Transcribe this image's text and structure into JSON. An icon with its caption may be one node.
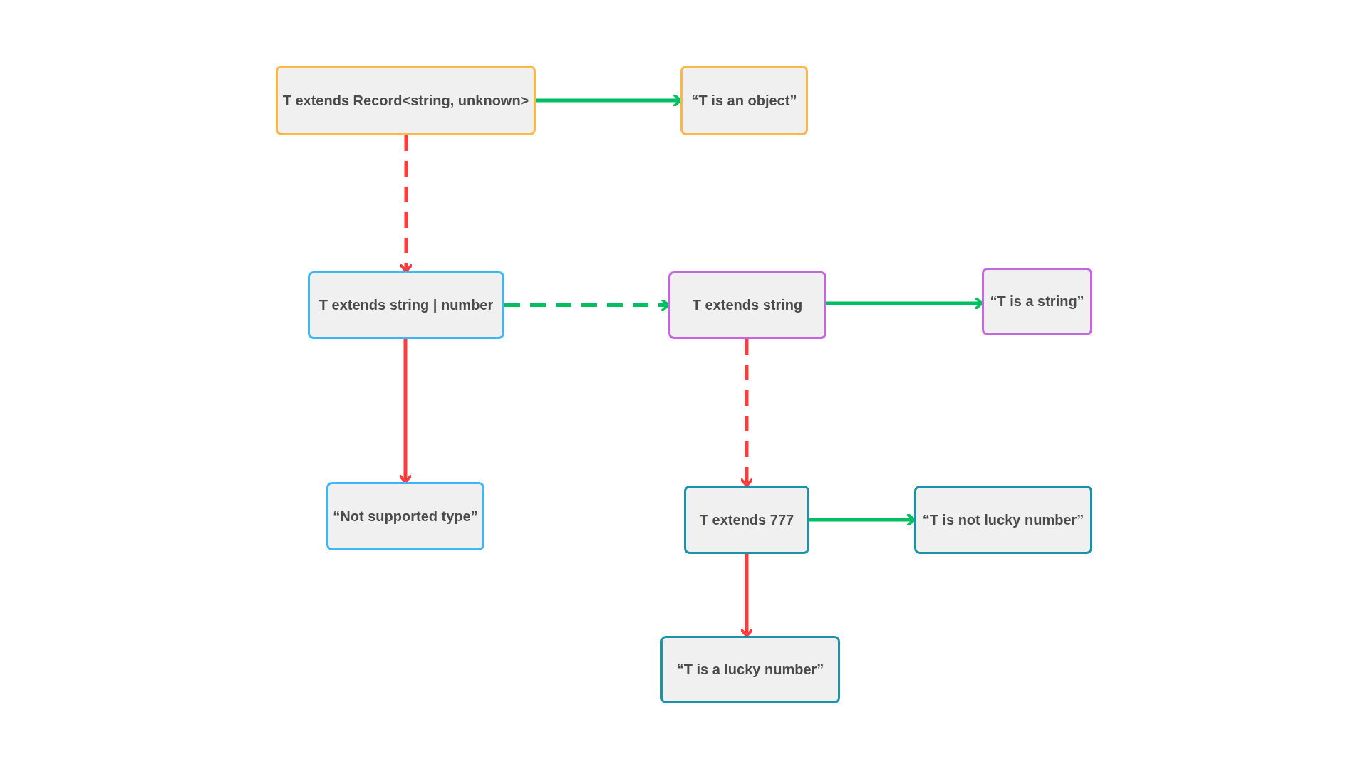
{
  "diagram": {
    "nodes": [
      {
        "text": [
          "T extends Record<string, unknown>"
        ]
      },
      {
        "text": [
          "“T is an object”"
        ]
      },
      {
        "text": [
          "T extends string | number"
        ]
      },
      {
        "text": [
          "T extends string"
        ]
      },
      {
        "text": [
          "“T is a string”"
        ]
      },
      {
        "text": [
          "“Not supported type”"
        ]
      },
      {
        "text": [
          "T extends 777"
        ]
      },
      {
        "text": [
          "“T is not lucky number”"
        ]
      },
      {
        "text": [
          "“T is a lucky number”"
        ]
      }
    ],
    "edges": [
      {
        "from": 0,
        "to": 1,
        "arrow": "to",
        "color": "#00bf63"
      },
      {
        "from": 0,
        "to": 2,
        "arrow": "to",
        "style": "dashed",
        "color": "#ff3b3b"
      },
      {
        "from": 2,
        "to": 3,
        "arrow": "to",
        "style": "dashed",
        "color": "#00bf63"
      },
      {
        "from": 3,
        "to": 4,
        "arrow": "to",
        "color": "#00bf63"
      },
      {
        "from": 2,
        "to": 5,
        "arrow": "to",
        "color": "#ff3b3b"
      },
      {
        "from": 3,
        "to": 6,
        "arrow": "to",
        "style": "dashed",
        "color": "#ff3b3b"
      },
      {
        "from": 6,
        "to": 7,
        "arrow": "to",
        "color": "#00bf63"
      },
      {
        "from": 6,
        "to": 8,
        "arrow": "to",
        "color": "#ff3b3b"
      }
    ]
  }
}
